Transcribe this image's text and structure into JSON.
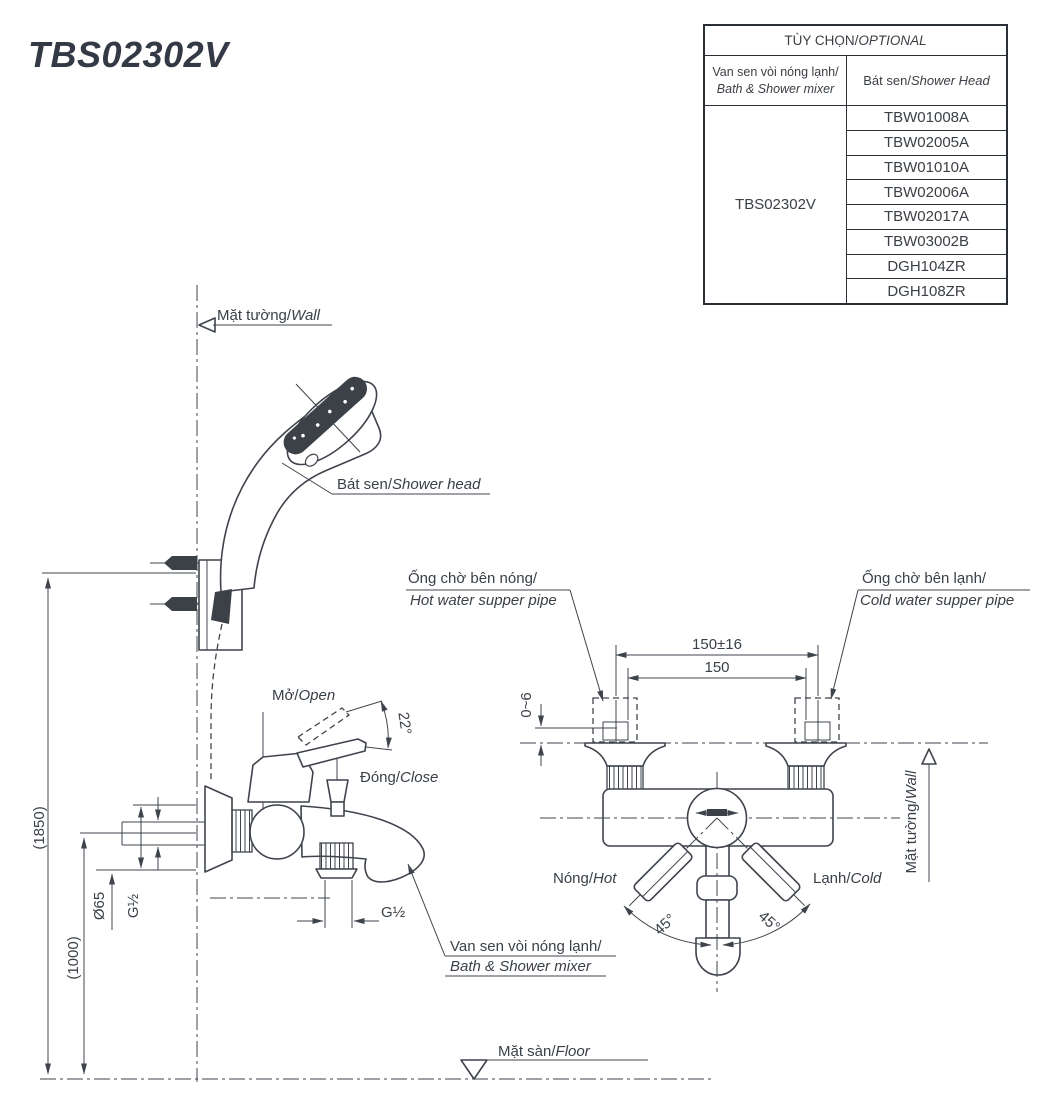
{
  "title": "TBS02302V",
  "table": {
    "header_vi": "TÙY CHỌN/",
    "header_en": "OPTIONAL",
    "col1_vi": "Van sen vòi nóng lạnh/",
    "col1_en": "Bath & Shower mixer",
    "col2_vi": "Bát sen/",
    "col2_en": "Shower Head",
    "mixer_model": "TBS02302V",
    "shower_heads": [
      "TBW01008A",
      "TBW02005A",
      "TBW01010A",
      "TBW02006A",
      "TBW02017A",
      "TBW03002B",
      "DGH104ZR",
      "DGH108ZR"
    ]
  },
  "labels": {
    "wall_vi": "Mặt tường/",
    "wall_en": "Wall",
    "wall_right_vi": "Mặt tường/",
    "wall_right_en": "Wall",
    "floor_vi": "Mặt sàn/",
    "floor_en": "Floor",
    "shower_head_vi": "Bát sen/",
    "shower_head_en": "Shower head",
    "open_vi": "Mở/",
    "open_en": "Open",
    "close_vi": "Đóng/",
    "close_en": "Close",
    "hot_pipe_vi": "Ống chờ bên nóng/",
    "hot_pipe_en": "Hot water supper pipe",
    "cold_pipe_vi": "Ống chờ bên lạnh/",
    "cold_pipe_en": "Cold water supper pipe",
    "hot_vi": "Nóng/",
    "hot_en": "Hot",
    "cold_vi": "Lạnh/",
    "cold_en": "Cold",
    "mixer_vi": "Van sen vòi nóng lạnh/",
    "mixer_en": "Bath & Shower mixer"
  },
  "dims": {
    "total_height": "(1850)",
    "outlet_height": "(1000)",
    "flange_diameter": "Ø65",
    "inlet_thread": "G½",
    "spout_thread": "G½",
    "open_angle": "22°",
    "hot_angle": "45°",
    "cold_angle": "45°",
    "pipe_spacing_tolerance": "150±16",
    "pipe_spacing": "150",
    "wall_gap": "0~6"
  },
  "colors": {
    "line": "#3f444c",
    "text": "#3a4047",
    "title": "#333a45"
  }
}
